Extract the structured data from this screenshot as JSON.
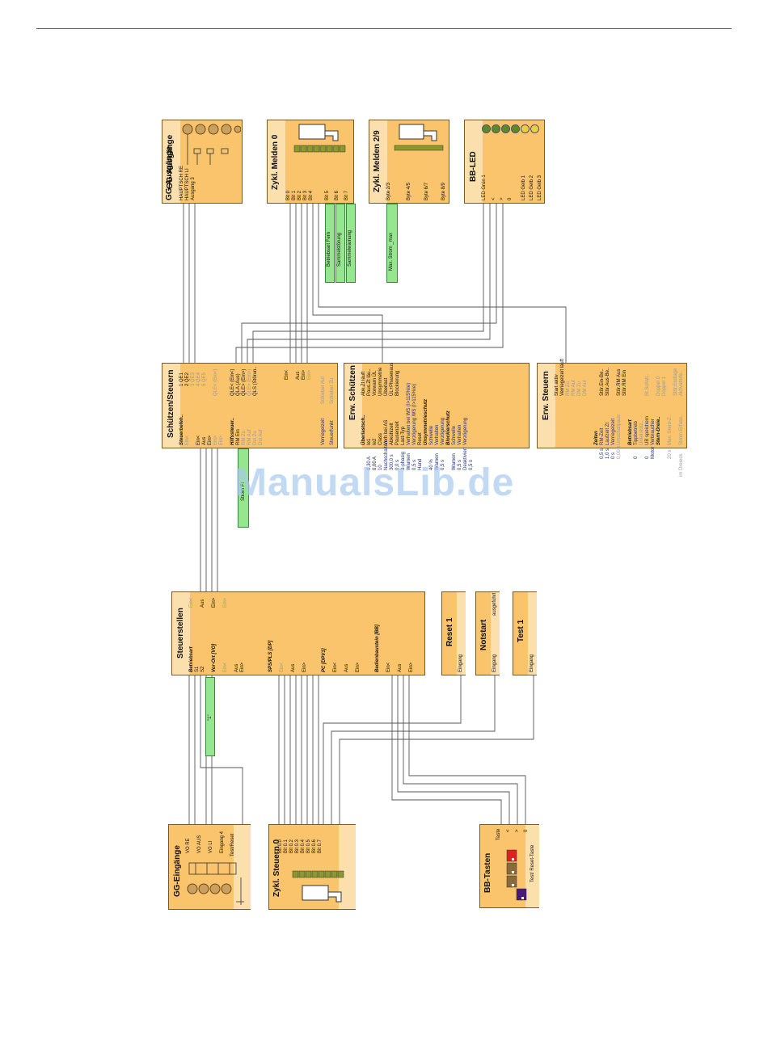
{
  "watermark": "ManualsLib.de",
  "blocks": {
    "gg_ausgaenge": {
      "title": "GG-Ausgänge",
      "labels": [
        "HAUPTSCH RE",
        "HAUPTSCH LI",
        "Ausgang 3"
      ]
    },
    "zykl_melden0": {
      "title": "Zykl. Melden 0",
      "labels": [
        "Bit 0",
        "Bit 1",
        "Bit 2",
        "Bit 3",
        "Bit 4",
        "Bit 5",
        "Bit 6",
        "Bit 7"
      ]
    },
    "zykl_melden29": {
      "title": "Zykl. Melden 2/9",
      "labels": [
        "Byte 2/3",
        "Byte 4/5",
        "Byte 6/7",
        "Byte 8/9"
      ]
    },
    "bb_led": {
      "title": "BB-LED",
      "labels": [
        "LED Grün 1",
        "<",
        ">",
        "0",
        "LED Gelb 1",
        "LED Gelb 2",
        "LED Gelb 3"
      ]
    },
    "schuetzen": {
      "title": "Schützen/Steuern",
      "left": [
        "Steuerbefeh..",
        "Ein<",
        "Ein<",
        "Aus",
        "Ein>",
        "Ein>",
        "Ein>",
        "Hilfssteuer..",
        "RM Ein",
        "RM Zu",
        "RM Auf",
        "Dst Zu",
        "Dst Auf"
      ],
      "right": [
        "1 QE1",
        "2 QE2",
        "3 QE3",
        "4 QE4",
        "5 QE5",
        "QLE< (Ein<)",
        "QLE< (Ein<)",
        "QLA (Aus)",
        "QLE> (Ein>)",
        "QLE> (Ein>)",
        "QLS (Störun..",
        "Ein<",
        "Aus",
        "Ein>",
        "Ein>",
        "Schieber Auf",
        "Schieber Zu"
      ],
      "footer": [
        "Verriegelzeit",
        "Steuerfunkt"
      ]
    },
    "erw_schuetzen": {
      "title": "Erw. Schützen",
      "left": [
        "Überlastsch..",
        "0,30 A",
        "0,00 A",
        "10",
        "Nachschalten",
        "300,0 s",
        "0,0 s",
        "3-phasig",
        "Warnen",
        "0,5 s",
        "Hand",
        "40 %",
        "Warnen",
        "0,5 s",
        "Warnen",
        "0,5 s",
        "Deaktiviert",
        "0,5 s"
      ],
      "mid": [
        "Ie1",
        "Ie2",
        "Class",
        "Verh bei AS",
        "Abkühlzeit",
        "Pausenzeit",
        "Last-Typ",
        "Verhalten bei WS (I>115%Ie)",
        "Verzögerung WS (I>115%Ie)",
        "Reset",
        "Unsymmetrieschutz",
        "Schwelle",
        "Verhalten",
        "Verzögerung",
        "Blockierschutz",
        "Schwelle",
        "Verhalten",
        "Verzögerung"
      ],
      "right": [
        "Abk.Zt läuft",
        "Paus.Zt läu..",
        "Vorwarn ÜL",
        "Unsymmetrie",
        "Überlast",
        "ÜL+Phasenaus",
        "Blockierung"
      ]
    },
    "erw_steuern": {
      "title": "Erw. Steuern",
      "left": [
        "Zeiten",
        "0,5 s",
        "1,0 s",
        "0 s",
        "0,00 s",
        "Betriebsart",
        "0",
        "0",
        "Motor",
        "Stern-Dreie..",
        "20 s",
        "im Dreieck"
      ],
      "mid": [
        "RM-Zeit",
        "Laufzeit Zt",
        "Verriegelzeit",
        "Umschaltpaus",
        "Tippbetrieb",
        "Unterstütz..",
        "UB speichern",
        "Verbraucher",
        "Max. Stern-Z..",
        "Strom-Erfass.."
      ],
      "right": [
        "Start aktiv",
        "Verriegelzeit läuft",
        "RM Zu",
        "RM Auf",
        "DM Zu",
        "DM Auf",
        "Stör.Ein-Be..",
        "Stör.Aus-Be..",
        "Stör.RM Aus",
        "Stör.RM Ein",
        "Bt.Schalt..",
        "Doppel 0",
        "Doppel 1",
        "Stör.Endlage",
        "Aktivatorfe.."
      ]
    },
    "steuerstellen": {
      "title": "Steuerstellen",
      "sections": [
        "Betriebsart",
        "Vor-Ort [VO]",
        "SPS/PLS [DP]",
        "PC [DPV1]",
        "Bedienbaustein [BB]"
      ],
      "left": [
        "S1",
        "S2",
        "Ein<",
        "Aus",
        "Ein>",
        "Ein<",
        "Aus",
        "Ein>",
        "Ein<",
        "Aus",
        "Ein>",
        "Ein<",
        "Aus",
        "Ein>"
      ],
      "right": [
        "Ein<",
        "Aus",
        "Ein>",
        "Ein>"
      ]
    },
    "reset1": {
      "title": "Reset 1",
      "label": "Eingang"
    },
    "notstart": {
      "title": "Notstart",
      "label": "Eingang",
      "right": "ausgeführt"
    },
    "test1": {
      "title": "Test 1",
      "label": "Eingang"
    },
    "gg_eingaenge": {
      "title": "GG-Eingänge",
      "labels": [
        "VO RE",
        "VO AUS",
        "VO LI",
        "Eingang 4",
        "Test/Reset"
      ]
    },
    "zykl_steuern0": {
      "title": "Zykl. Steuern 0",
      "labels": [
        "Bit 0.0",
        "Bit 0.1",
        "Bit 0.2",
        "Bit 0.3",
        "Bit 0.4",
        "Bit 0.5",
        "Bit 0.6",
        "Bit 0.7"
      ]
    },
    "bb_tasten": {
      "title": "BB-Tasten",
      "labels": [
        "Taste",
        "<",
        ">",
        "0"
      ],
      "footer": "Test/ Reset-Taste"
    }
  },
  "green": {
    "betriebsart_fern": "Betriebsart Fern",
    "sammelstoerung": "Sammelstörung",
    "sammelwarnung": "Sammelwarnung",
    "max_strom": "Max. Strom _max",
    "strom_fl": "Strom F!",
    "const1": "\"1\""
  },
  "colors": {
    "block": "#f9c46b",
    "green": "#96e690",
    "wire": "#555555",
    "accent": "#1f2f8a"
  }
}
